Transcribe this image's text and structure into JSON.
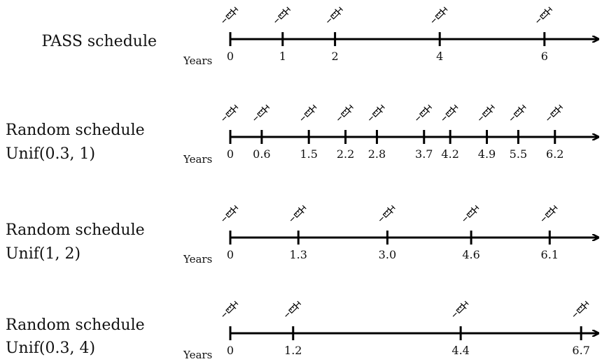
{
  "diagram": {
    "rows": [
      {
        "label_lines": [
          "PASS schedule"
        ],
        "axis_label": "Years",
        "ticks": [
          {
            "value": 0,
            "label": "0"
          },
          {
            "value": 1,
            "label": "1"
          },
          {
            "value": 2,
            "label": "2"
          },
          {
            "value": 4,
            "label": "4"
          },
          {
            "value": 6,
            "label": "6"
          }
        ]
      },
      {
        "label_lines": [
          "Random schedule",
          "Unif(0.3, 1)"
        ],
        "axis_label": "Years",
        "ticks": [
          {
            "value": 0,
            "label": "0"
          },
          {
            "value": 0.6,
            "label": "0.6"
          },
          {
            "value": 1.5,
            "label": "1.5"
          },
          {
            "value": 2.2,
            "label": "2.2"
          },
          {
            "value": 2.8,
            "label": "2.8"
          },
          {
            "value": 3.7,
            "label": "3.7"
          },
          {
            "value": 4.2,
            "label": "4.2"
          },
          {
            "value": 4.9,
            "label": "4.9"
          },
          {
            "value": 5.5,
            "label": "5.5"
          },
          {
            "value": 6.2,
            "label": "6.2"
          }
        ]
      },
      {
        "label_lines": [
          "Random schedule",
          "Unif(1, 2)"
        ],
        "axis_label": "Years",
        "ticks": [
          {
            "value": 0,
            "label": "0"
          },
          {
            "value": 1.3,
            "label": "1.3"
          },
          {
            "value": 3.0,
            "label": "3.0"
          },
          {
            "value": 4.6,
            "label": "4.6"
          },
          {
            "value": 6.1,
            "label": "6.1"
          }
        ]
      },
      {
        "label_lines": [
          "Random schedule",
          "Unif(0.3, 4)"
        ],
        "axis_label": "Years",
        "ticks": [
          {
            "value": 0,
            "label": "0"
          },
          {
            "value": 1.2,
            "label": "1.2"
          },
          {
            "value": 4.4,
            "label": "4.4"
          },
          {
            "value": 6.7,
            "label": "6.7"
          }
        ]
      }
    ],
    "marker_icon": "syringe-icon"
  }
}
